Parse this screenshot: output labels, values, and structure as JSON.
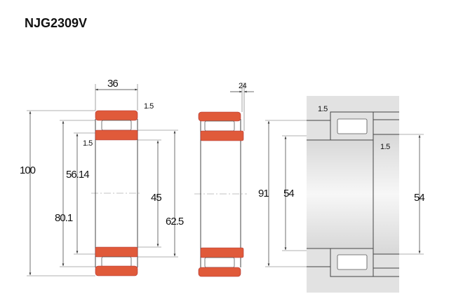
{
  "title": "NJG2309V",
  "view_section": {
    "width": "36",
    "chamfer_outer": "1.5",
    "chamfer_inner": "1.5",
    "outer_diameter": "100",
    "outer_raceway_diameter": "80.1",
    "roller_inner_diameter": "56.14",
    "bore": "45",
    "inner_ring_od": "62.5"
  },
  "view_side": {
    "axial_displacement": "24"
  },
  "view_mounting": {
    "chamfer_housing": "1.5",
    "chamfer_shaft": "1.5",
    "housing_shoulder": "91",
    "shaft_shoulder_left": "54",
    "shaft_shoulder_right": "54"
  },
  "colors": {
    "ring": "#e05a3a",
    "mount_bg": "#e2e2e2"
  }
}
